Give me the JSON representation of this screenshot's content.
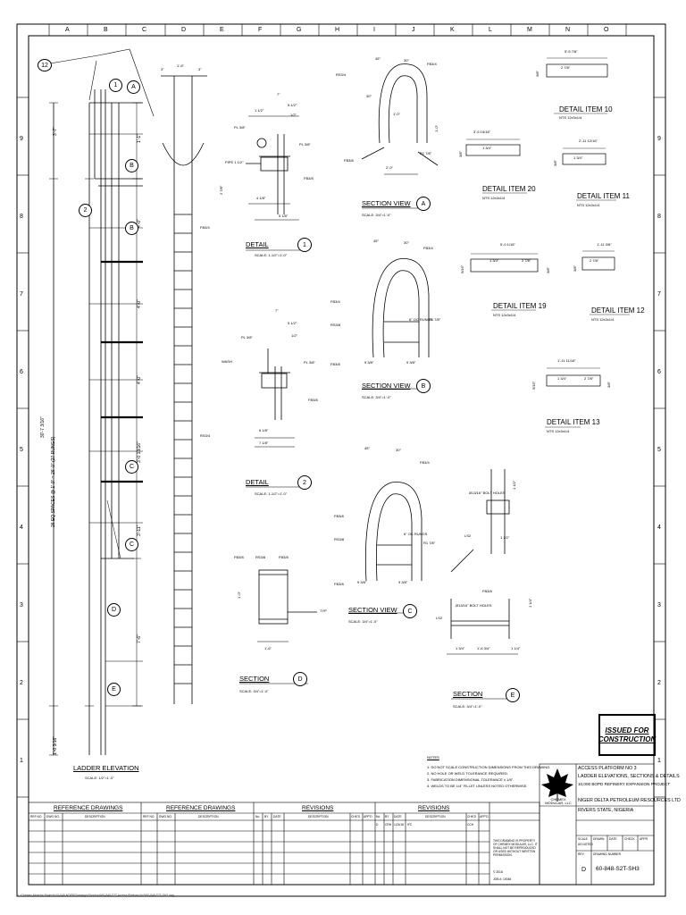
{
  "grid": {
    "columns": [
      "A",
      "B",
      "C",
      "D",
      "E",
      "F",
      "G",
      "H",
      "I",
      "J",
      "K",
      "L",
      "M",
      "N",
      "O"
    ],
    "rows": [
      "9",
      "8",
      "7",
      "6",
      "5",
      "4",
      "3",
      "2",
      "1"
    ]
  },
  "ladder": {
    "top_dim": "3'-7\"",
    "overall_dim": "30'-7 3/16\"",
    "spacing_dim": "26 EQ SPACES @ 1'-0\" = 26'-0\" (27 RUNGS)",
    "bottom_dim": "1'-0 3/16\"",
    "seg1": "1'-1\"",
    "seg2": "4'-0\"",
    "seg3": "4'-0\"",
    "seg4": "4'-0\"",
    "seg5": "3'-0 13/16\"",
    "seg6": "3'-11\"",
    "seg7": "7'-6\"",
    "title": "LADDER ELEVATION",
    "scale": "SCALE: 1/2\"=1'-0\"",
    "side_dim1": "3\"",
    "side_dim2": "1'-6\"",
    "side_dim3": "3\"",
    "bubbles": [
      "1",
      "A",
      "B",
      "2",
      "B",
      "C",
      "C",
      "D",
      "E"
    ],
    "num_bubble": "12",
    "item_fb": "FB3/4",
    "item_rs": "RS3/4"
  },
  "detail1": {
    "title": "DETAIL",
    "num": "1",
    "scale": "SCALE: 1-1/2\"=1'-0\"",
    "d1": "7\"",
    "d2": "1 1/2\"",
    "d3": "5 1/2\"",
    "d4": "1/2\"",
    "d5": "2 7/8\"",
    "d6": "4 1/8\"",
    "d7": "5 1/8\"",
    "pl1": "PL 3/8\"",
    "pl2": "PL 3/8\"",
    "pipe": "PIPE 1 1/2\"",
    "fb": "FB3/8"
  },
  "detail2": {
    "title": "DETAIL",
    "num": "2",
    "scale": "SCALE: 1-1/2\"=1'-0\"",
    "d1": "7\"",
    "d2": "5 1/2\"",
    "d3": "1/2\"",
    "d4": "6 1/8\"",
    "d5": "7 1/8\"",
    "pl1": "PL 3/8\"",
    "pl2": "PL 3/8\"",
    "wash": "WASH",
    "fb": "FB3/8"
  },
  "section_d": {
    "title": "SECTION",
    "letter": "D",
    "scale": "SCALE: 3/4\"=1'-0\"",
    "d1": "1'-0\"",
    "d2": "1'-6\"",
    "typ": "TYP",
    "fb1": "FB3/8",
    "rs": "RS3/8",
    "fb2": "FB3/8"
  },
  "section_a": {
    "title": "SECTION VIEW",
    "letter": "A",
    "scale": "SCALE: 3/4\"=1'-0\"",
    "d1": "1'-0\"",
    "d2": "2'-0\"",
    "d3": "R1 7/8\"",
    "d4": "1'-0\"",
    "a1": "45°",
    "a2": "30°",
    "a3": "30°",
    "rs1": "RS3/4",
    "fb1": "FB3/8",
    "fb2": "FB3/4"
  },
  "section_b": {
    "title": "SECTION VIEW",
    "letter": "B",
    "scale": "SCALE: 3/4\"=1'-0\"",
    "d1": "9 3/8\"",
    "d2": "9 3/8\"",
    "d3": "R1 7/8\"",
    "d4": "6\" OC RUNGS",
    "a1": "45°",
    "a2": "30°",
    "fb1": "FB3/4",
    "fb2": "FB3/4",
    "rs1": "RS3/8",
    "fb3": "FB3/8"
  },
  "section_c": {
    "title": "SECTION VIEW",
    "letter": "C",
    "scale": "SCALE: 3/4\"=1'-0\"",
    "d1": "9 3/8\"",
    "d2": "9 3/8\"",
    "d3": "R1 7/8\"",
    "d4": "6\" OC RUNGS",
    "a1": "45°",
    "a2": "30°",
    "fb1": "FB3/4",
    "fb2": "FB3/8",
    "rs1": "RS3/8",
    "fb3": "FB3/8"
  },
  "section_e": {
    "title": "SECTION",
    "letter": "E",
    "scale": "SCALE: 3/4\"=1'-0\"",
    "d1": "1'-6 3/4\"",
    "d2": "1 3/4\"",
    "d3": "1 1/4\"",
    "d4": "1 1/4\"",
    "d5": "1 1/2\"",
    "d6": "1 1/2\"",
    "holes1": "Ø13/16\" BOLT HOLES",
    "holes2": "Ø13/16\" BOLT HOLES",
    "ls1": "LS2",
    "ls2": "LS2",
    "fb": "FB3/8"
  },
  "item10": {
    "title": "DETAIL ITEM 10",
    "scale": "NTS 12x3x1/4",
    "d1": "5'-5 7/8\"",
    "d2": "2 7/8\"",
    "d3": "3/8\""
  },
  "item20": {
    "title": "DETAIL ITEM 20",
    "scale": "NTS 12x3x1/4",
    "d1": "3'-5 15/16\"",
    "d2": "1 3/4\"",
    "d3": "3/8\""
  },
  "item11": {
    "title": "DETAIL ITEM 11",
    "scale": "NTS 12x3x1/4",
    "d1": "2'-11 12/16\"",
    "d2": "1 3/4\"",
    "d3": "3/8\""
  },
  "item19": {
    "title": "DETAIL ITEM 19",
    "scale": "NTS 12x3x1/4",
    "d1": "5'-0 1/16\"",
    "d2": "1 3/4\"",
    "d3": "2 7/8\"",
    "d4": "5/16\"",
    "d5": "3/8\""
  },
  "item12": {
    "title": "DETAIL ITEM 12",
    "scale": "NTS 12x3x1/4",
    "d1": "1'-11 3/8\"",
    "d2": "2 7/8\"",
    "d3": "3/8\""
  },
  "item13": {
    "title": "DETAIL ITEM 13",
    "scale": "NTS 12x3x1/4",
    "d1": "1'-11 11/16\"",
    "d2": "1 3/4\"",
    "d3": "2 7/8\"",
    "d4": "5/16\"",
    "d5": "3/8\""
  },
  "stamp": {
    "line1": "ISSUED FOR",
    "line2": "CONSTRUCTION"
  },
  "notes": {
    "heading": "NOTES",
    "items": [
      "1. DO NOT SCALE CONSTRUCTION DIMENSIONS FROM THIS DRAWING.",
      "2. NO HOLE OR WELD TOLERANCE REQUIRED.",
      "3. FABRICATION DIMENSIONAL TOLERANCE ± 1/8\".",
      "4. WELDS TO BE 1/4\" FILLET UNLESS NOTED OTHERWISE."
    ]
  },
  "title_block": {
    "company": "CHEMEX MODULAR, LLC",
    "title_lines": [
      "ACCESS PLATFORM NO 3",
      "LADDER ELEVATIONS, SECTIONS & DETAILS",
      "10,000 BOPD REFINERY EXPANSION PROJECT",
      "NIGER DELTA PETROLEUM RESOURCES LTD",
      "RIVERS STATE, NIGERIA"
    ],
    "scale_lbl": "SCALE",
    "scale_val": "AS NOTED",
    "drawn_lbl": "DRAWN",
    "date_lbl": "DATE",
    "check_lbl": "CHECK",
    "appr_lbl": "APPR",
    "rev_lbl": "REV",
    "drawing_lbl": "DRAWING NUMBER",
    "rev_val": "D",
    "drawing_val": "60-848-S2T-SH3",
    "job": "JOB #: 10048",
    "year": "© 2018",
    "disclaimer": "THIS DRAWING IS PROPERTY OF CHEMEX MODULAR, LLC. IT SHALL NOT BE REPRODUCED OR USED WITHOUT WRITTEN PERMISSION."
  },
  "bottom_table": {
    "ref1": "REFERENCE DRAWINGS",
    "ref2": "REFERENCE DRAWINGS",
    "rev1": "REVISIONS",
    "rev2": "REVISIONS",
    "ref_cols": [
      "REF NO.",
      "DWG NO.",
      "DESCRIPTION"
    ],
    "rev_cols": [
      "No.",
      "BY",
      "DATE",
      "DESCRIPTION",
      "CHK'D",
      "APP'D"
    ],
    "rev_rows": [
      {
        "no": "D",
        "by": "CRH",
        "date": "1/24/18",
        "desc": "IFC",
        "chk": "CCH",
        "app": ""
      }
    ]
  },
  "footer_path": "L:\\Chemex Modular Projects\\10-048 NDPR\\Drawings\\Structural\\60-848-S2T Access Platform No3\\60-848-S2T-SH3.dwg"
}
